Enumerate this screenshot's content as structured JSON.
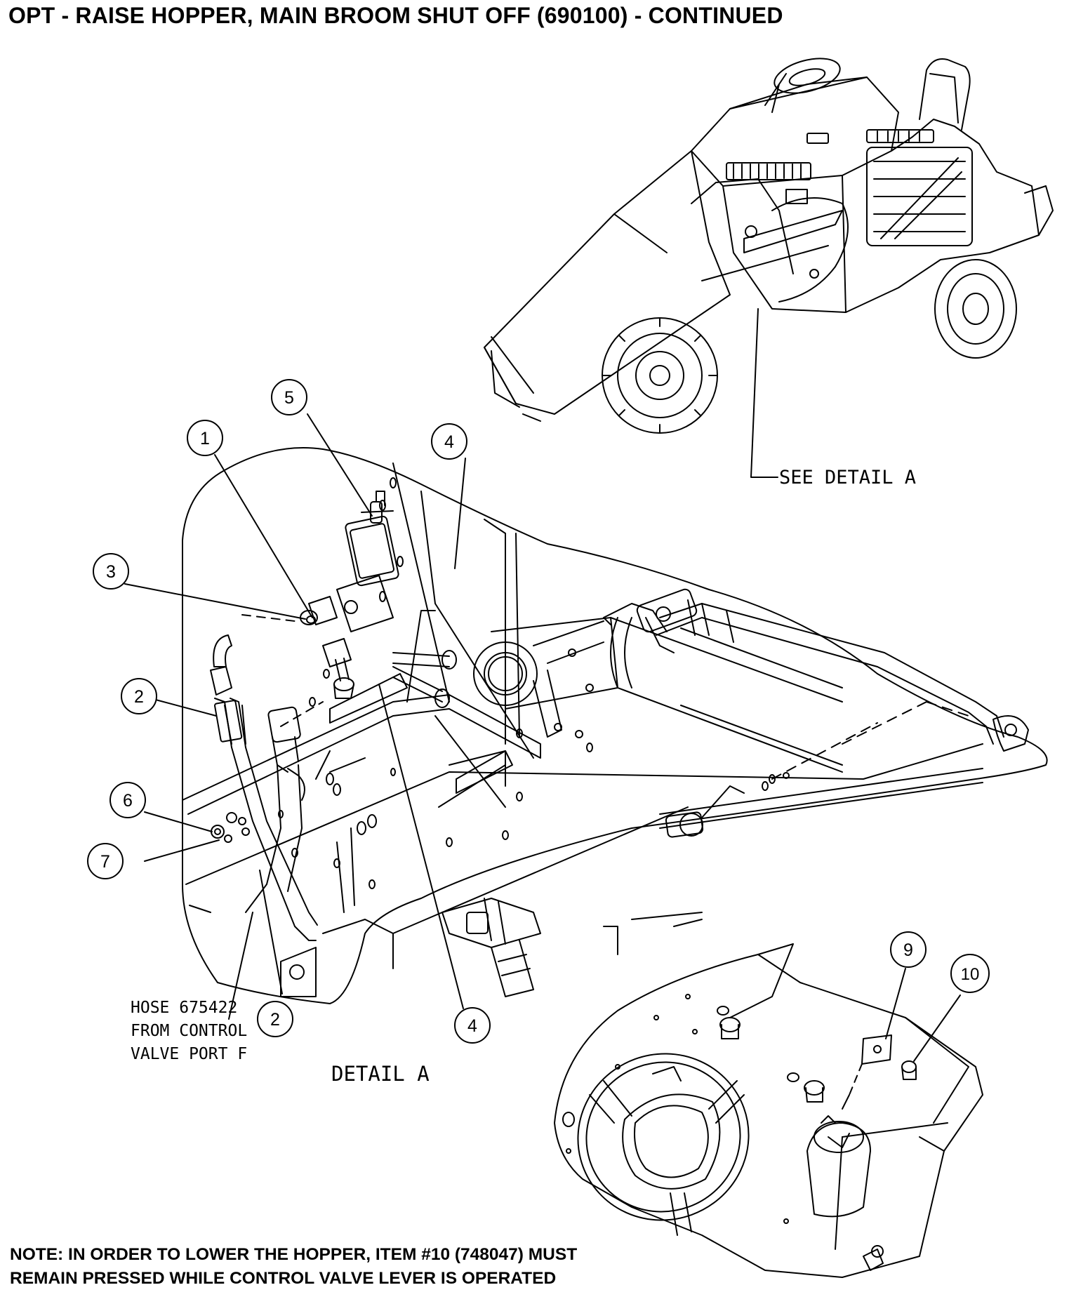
{
  "title": "OPT - RAISE HOPPER, MAIN BROOM SHUT OFF (690100) - CONTINUED",
  "callouts": [
    {
      "id": "callout-1",
      "label": "1"
    },
    {
      "id": "callout-2a",
      "label": "2"
    },
    {
      "id": "callout-2b",
      "label": "2"
    },
    {
      "id": "callout-3",
      "label": "3"
    },
    {
      "id": "callout-4a",
      "label": "4"
    },
    {
      "id": "callout-4b",
      "label": "4"
    },
    {
      "id": "callout-5",
      "label": "5"
    },
    {
      "id": "callout-6",
      "label": "6"
    },
    {
      "id": "callout-7",
      "label": "7"
    },
    {
      "id": "callout-9",
      "label": "9"
    },
    {
      "id": "callout-10",
      "label": "10"
    }
  ],
  "labels": {
    "see_detail": "SEE DETAIL A",
    "hose_line1": "HOSE 675422",
    "hose_line2": "FROM CONTROL",
    "hose_line3": "VALVE PORT F",
    "detail_caption": "DETAIL A"
  },
  "note": {
    "line1": "NOTE: IN ORDER TO LOWER THE HOPPER, ITEM #10 (748047) MUST",
    "line2": "REMAIN PRESSED WHILE CONTROL VALVE LEVER IS OPERATED"
  }
}
